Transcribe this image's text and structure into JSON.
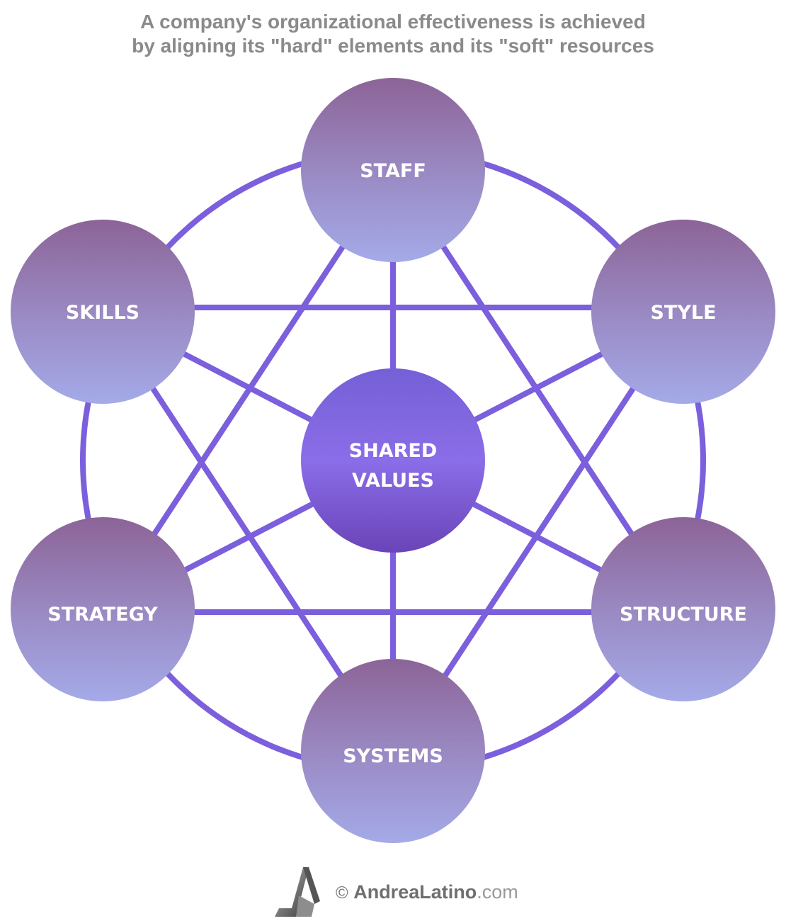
{
  "title": {
    "line1": "A company's organizational effectiveness is achieved",
    "line2": "by aligning its \"hard\" elements and its \"soft\" resources"
  },
  "nodes": {
    "staff": "STAFF",
    "style": "STYLE",
    "structure": "STRUCTURE",
    "systems": "SYSTEMS",
    "strategy": "STRATEGY",
    "skills": "SKILLS",
    "center_line1": "SHARED",
    "center_line2": "VALUES"
  },
  "footer": {
    "copyright_symbol": "©",
    "brand": "AndreaLatino",
    "tld": ".com"
  },
  "colors": {
    "line": "#7b5fdc",
    "node_top": "#8c6497",
    "node_bottom": "#a4aae8",
    "center_top": "#7560d6",
    "center_mid": "#8a6de8",
    "center_bottom": "#6a44b8",
    "title_text": "#8a8a8a",
    "label_text": "#ffffff"
  }
}
